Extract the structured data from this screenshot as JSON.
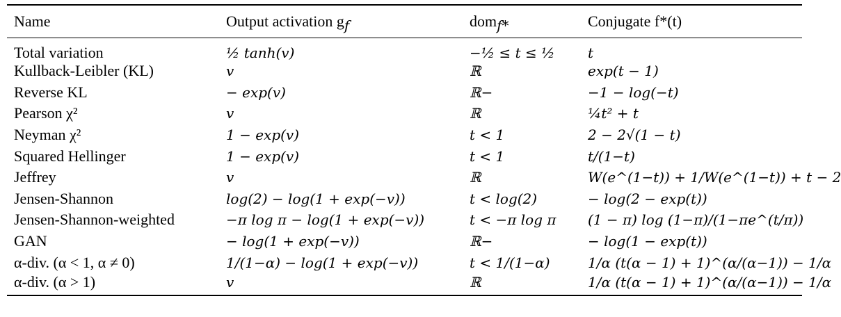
{
  "table": {
    "headers": {
      "name": "Name",
      "activation": "Output activation g",
      "activation_sub": "f",
      "domain": "dom",
      "domain_sub": "f*",
      "conjugate": "Conjugate f*(t)"
    },
    "rows": [
      {
        "name": "Total variation",
        "activation": "½ tanh(v)",
        "domain": "−½ ≤ t ≤ ½",
        "conjugate": "t"
      },
      {
        "name": "Kullback-Leibler (KL)",
        "activation": "v",
        "domain": "ℝ",
        "conjugate": "exp(t − 1)"
      },
      {
        "name": "Reverse KL",
        "activation": "− exp(v)",
        "domain": "ℝ−",
        "conjugate": "−1 − log(−t)"
      },
      {
        "name": "Pearson χ²",
        "activation": "v",
        "domain": "ℝ",
        "conjugate": "¼t² + t"
      },
      {
        "name": "Neyman χ²",
        "activation": "1 − exp(v)",
        "domain": "t < 1",
        "conjugate": "2 − 2√(1 − t)"
      },
      {
        "name": "Squared Hellinger",
        "activation": "1 − exp(v)",
        "domain": "t < 1",
        "conjugate": "t/(1−t)"
      },
      {
        "name": "Jeffrey",
        "activation": "v",
        "domain": "ℝ",
        "conjugate": "W(e^(1−t)) + 1/W(e^(1−t)) + t − 2"
      },
      {
        "name": "Jensen-Shannon",
        "activation": "log(2) − log(1 + exp(−v))",
        "domain": "t < log(2)",
        "conjugate": "− log(2 − exp(t))"
      },
      {
        "name": "Jensen-Shannon-weighted",
        "activation": "−π log π − log(1 + exp(−v))",
        "domain": "t < −π log π",
        "conjugate": "(1 − π) log (1−π)/(1−πe^(t/π))"
      },
      {
        "name": "GAN",
        "activation": "− log(1 + exp(−v))",
        "domain": "ℝ−",
        "conjugate": "− log(1 − exp(t))"
      },
      {
        "name": "α-div. (α < 1, α ≠ 0)",
        "activation": "1/(1−α) − log(1 + exp(−v))",
        "domain": "t < 1/(1−α)",
        "conjugate": "1/α (t(α − 1) + 1)^(α/(α−1)) − 1/α"
      },
      {
        "name": "α-div. (α > 1)",
        "activation": "v",
        "domain": "ℝ",
        "conjugate": "1/α (t(α − 1) + 1)^(α/(α−1)) − 1/α"
      }
    ]
  }
}
